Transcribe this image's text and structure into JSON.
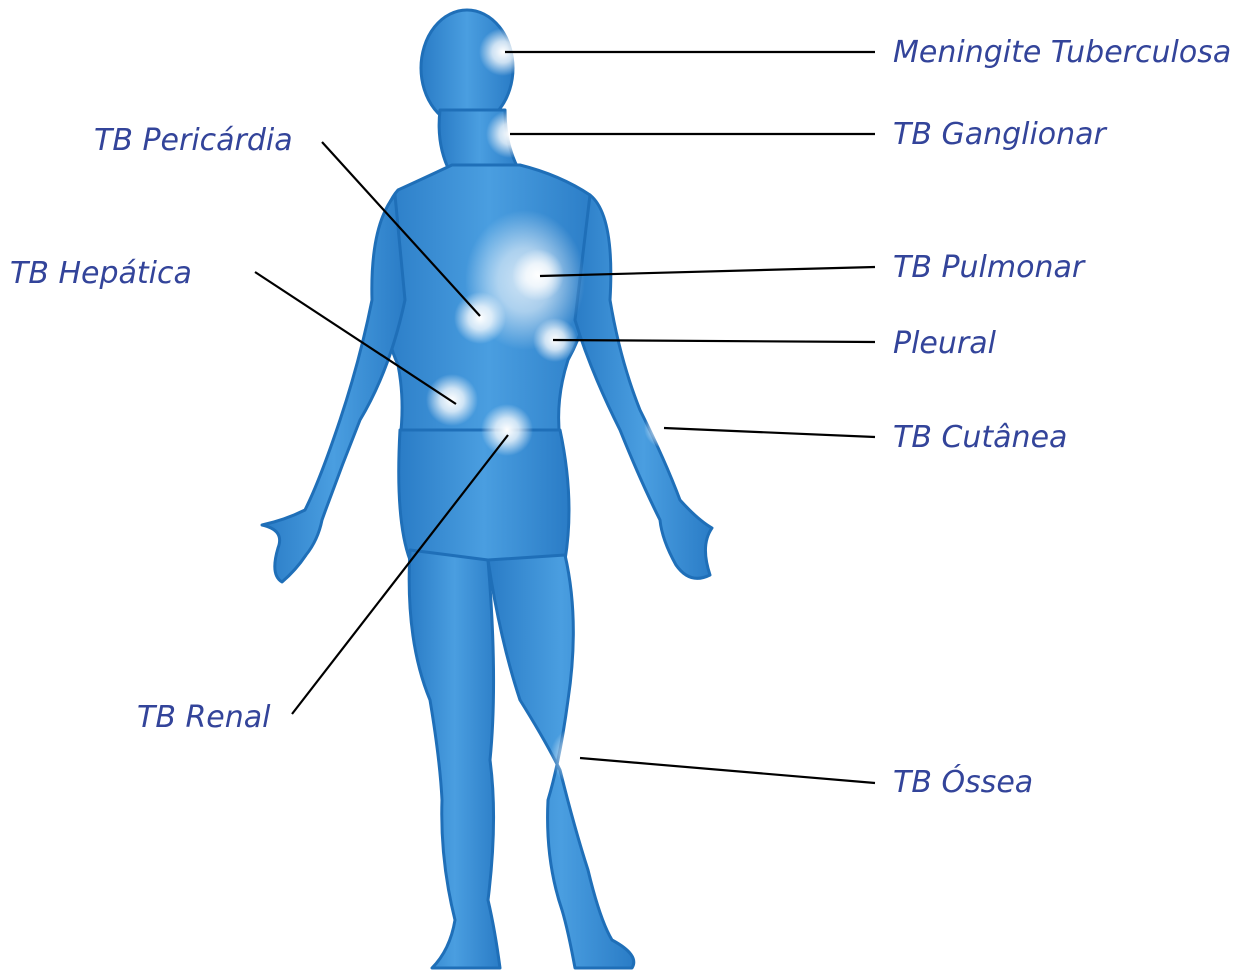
{
  "colors": {
    "label_text": "#33449a",
    "body_fill": "#3d8fd4",
    "body_edge": "#1f6fb8",
    "highlight": "#ffffff",
    "leader_line": "#000000"
  },
  "labels": {
    "meningite": "Meningite Tuberculosa",
    "ganglionar": "TB Ganglionar",
    "pulmonar": "TB Pulmonar",
    "pleural": "Pleural",
    "cutanea": "TB Cutânea",
    "ossea": "TB Óssea",
    "pericardia": "TB Pericárdia",
    "hepatica": "TB Hepática",
    "renal": "TB Renal"
  }
}
